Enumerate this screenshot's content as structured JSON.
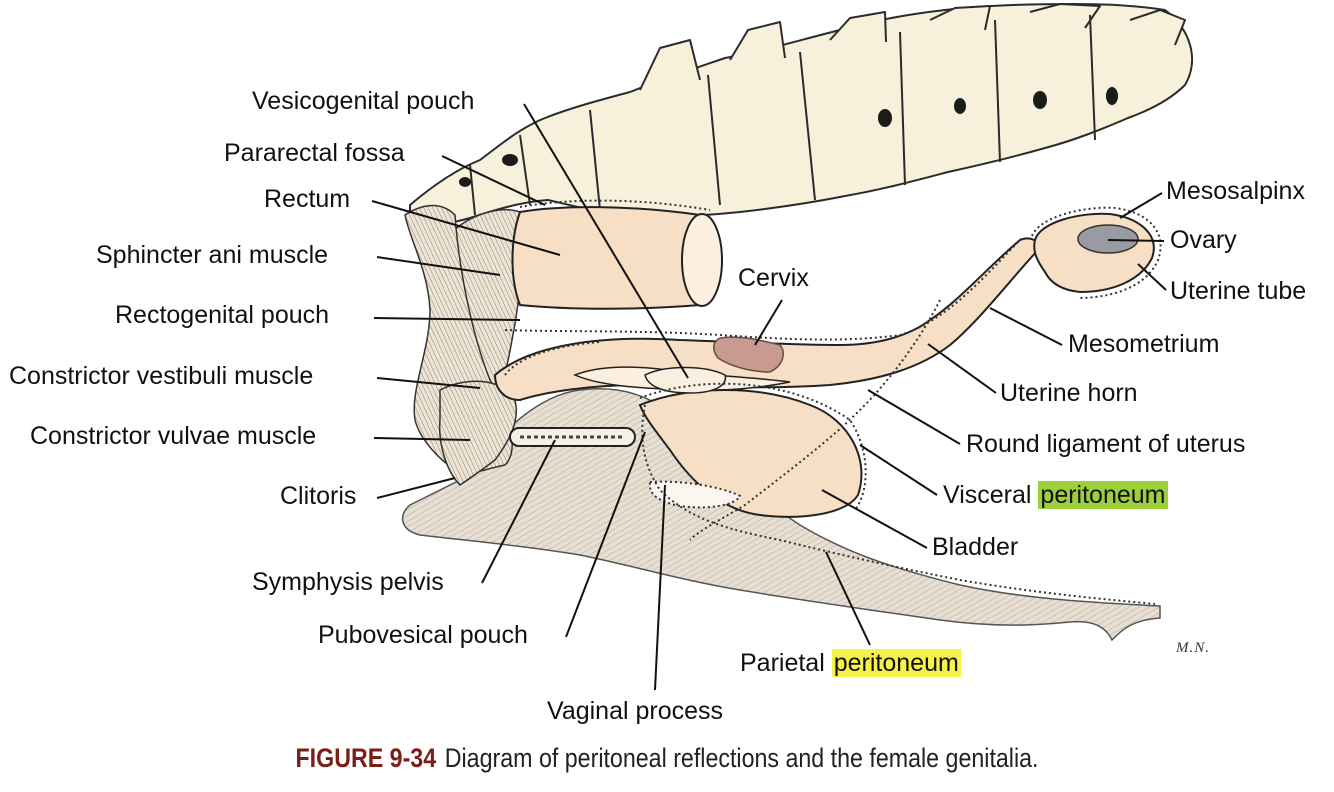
{
  "labels": {
    "vesicogenital_pouch": "Vesicogenital pouch",
    "pararectal_fossa": "Pararectal fossa",
    "rectum": "Rectum",
    "sphincter_ani": "Sphincter ani muscle",
    "rectogenital_pouch": "Rectogenital pouch",
    "constrictor_vestibuli": "Constrictor vestibuli muscle",
    "constrictor_vulvae": "Constrictor vulvae muscle",
    "clitoris": "Clitoris",
    "symphysis_pelvis": "Symphysis pelvis",
    "pubovesical_pouch": "Pubovesical pouch",
    "vaginal_process": "Vaginal process",
    "parietal": "Parietal",
    "peritoneum_parietal": "peritoneum",
    "cervix": "Cervix",
    "mesosalpinx": "Mesosalpinx",
    "ovary": "Ovary",
    "uterine_tube": "Uterine tube",
    "mesometrium": "Mesometrium",
    "uterine_horn": "Uterine horn",
    "round_ligament": "Round ligament of uterus",
    "visceral": "Visceral",
    "peritoneum_visceral": "peritoneum",
    "bladder": "Bladder"
  },
  "signature": "M.N.",
  "caption": {
    "figure_number": "FIGURE 9-34",
    "text": "Diagram of peritoneal reflections and the female genitalia."
  },
  "colors": {
    "bone": "#f7f1dc",
    "organ": "#f6dfc4",
    "tissue": "#e5ddd0",
    "cervix": "#c89a92",
    "ovary": "#9a9aa2",
    "highlight_visceral": "#9dcf3a",
    "highlight_parietal": "#f6f24a",
    "caption_figure": "#7a1f18"
  }
}
